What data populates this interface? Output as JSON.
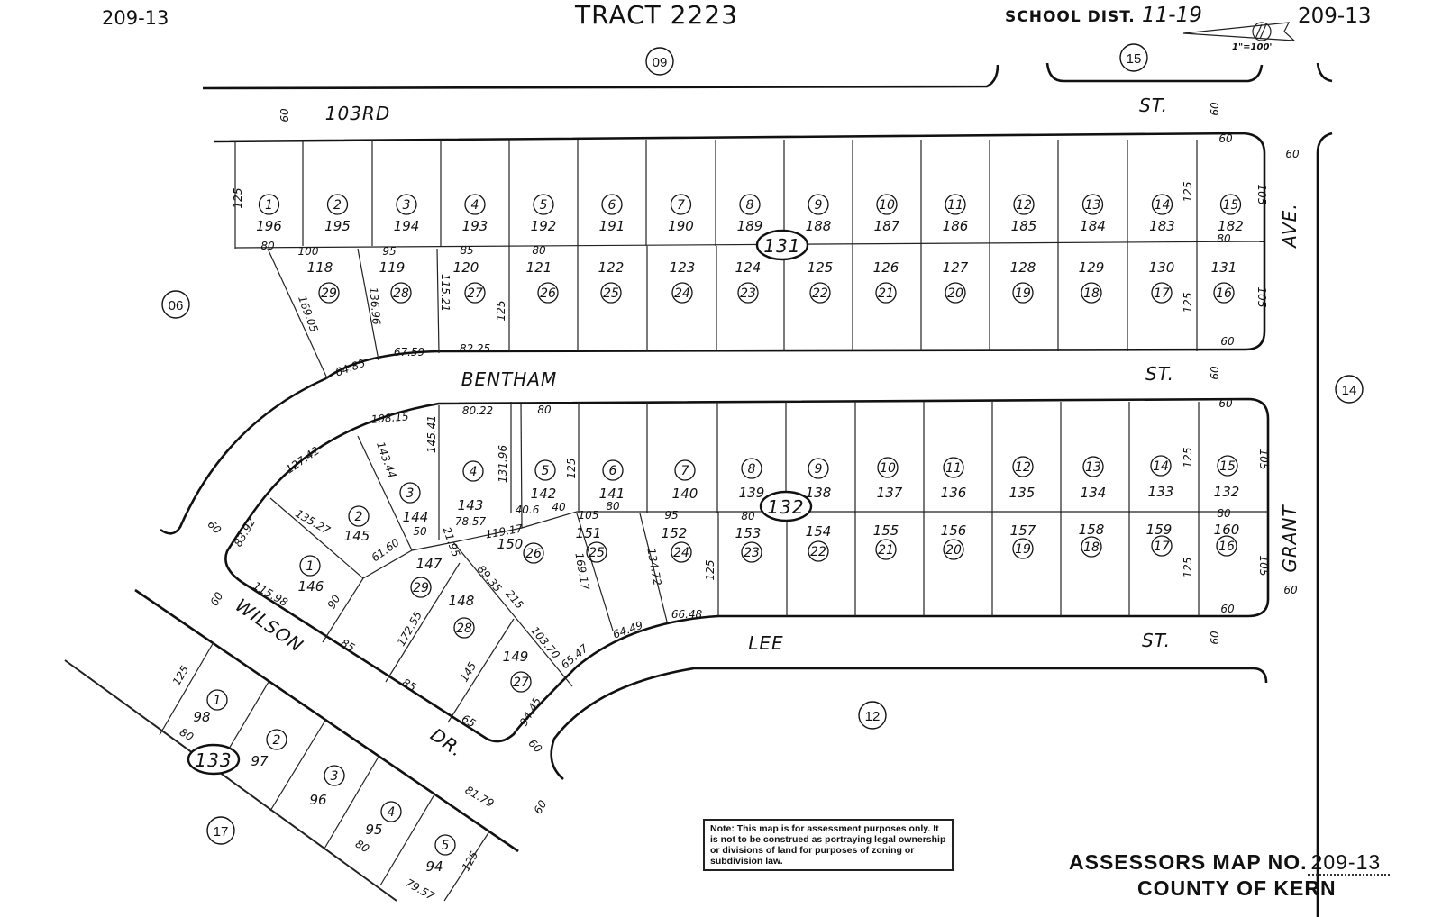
{
  "header": {
    "map_number_left": "209-13",
    "tract": "TRACT 2223",
    "school_district_label": "SCHOOL DIST.",
    "school_district": "11-19",
    "map_number_right": "209-13",
    "north_arrow_scale": "1\"=100'"
  },
  "streets": [
    "103RD",
    "ST.",
    "BENTHAM",
    "ST.",
    "LEE",
    "ST.",
    "AVE.",
    "GRANT",
    "WILSON",
    "DR."
  ],
  "adjacent_books": [
    "09",
    "15",
    "06",
    "14",
    "12",
    "17"
  ],
  "blocks": [
    "131",
    "132",
    "133"
  ],
  "block_131": {
    "top_row": [
      {
        "lot": "1",
        "parcel": "196"
      },
      {
        "lot": "2",
        "parcel": "195"
      },
      {
        "lot": "3",
        "parcel": "194"
      },
      {
        "lot": "4",
        "parcel": "193"
      },
      {
        "lot": "5",
        "parcel": "192"
      },
      {
        "lot": "6",
        "parcel": "191"
      },
      {
        "lot": "7",
        "parcel": "190"
      },
      {
        "lot": "8",
        "parcel": "189"
      },
      {
        "lot": "9",
        "parcel": "188"
      },
      {
        "lot": "10",
        "parcel": "187"
      },
      {
        "lot": "11",
        "parcel": "186"
      },
      {
        "lot": "12",
        "parcel": "185"
      },
      {
        "lot": "13",
        "parcel": "184"
      },
      {
        "lot": "14",
        "parcel": "183"
      },
      {
        "lot": "15",
        "parcel": "182"
      }
    ],
    "bottom_row": [
      {
        "lot": "29",
        "parcel": "118"
      },
      {
        "lot": "28",
        "parcel": "119"
      },
      {
        "lot": "27",
        "parcel": "120"
      },
      {
        "lot": "26",
        "parcel": "121"
      },
      {
        "lot": "25",
        "parcel": "122"
      },
      {
        "lot": "24",
        "parcel": "123"
      },
      {
        "lot": "23",
        "parcel": "124"
      },
      {
        "lot": "22",
        "parcel": "125"
      },
      {
        "lot": "21",
        "parcel": "126"
      },
      {
        "lot": "20",
        "parcel": "127"
      },
      {
        "lot": "19",
        "parcel": "128"
      },
      {
        "lot": "18",
        "parcel": "129"
      },
      {
        "lot": "17",
        "parcel": "130"
      },
      {
        "lot": "16",
        "parcel": "131"
      }
    ]
  },
  "block_132": {
    "lots": [
      {
        "lot": "1",
        "parcel": "146"
      },
      {
        "lot": "2",
        "parcel": "145"
      },
      {
        "lot": "3",
        "parcel": "144"
      },
      {
        "lot": "4",
        "parcel": "143"
      },
      {
        "lot": "5",
        "parcel": "142"
      },
      {
        "lot": "6",
        "parcel": "141"
      },
      {
        "lot": "7",
        "parcel": "140"
      },
      {
        "lot": "8",
        "parcel": "139"
      },
      {
        "lot": "9",
        "parcel": "138"
      },
      {
        "lot": "10",
        "parcel": "137"
      },
      {
        "lot": "11",
        "parcel": "136"
      },
      {
        "lot": "12",
        "parcel": "135"
      },
      {
        "lot": "13",
        "parcel": "134"
      },
      {
        "lot": "14",
        "parcel": "133"
      },
      {
        "lot": "15",
        "parcel": "132"
      },
      {
        "lot": "29",
        "parcel": "147"
      },
      {
        "lot": "28",
        "parcel": "148"
      },
      {
        "lot": "27",
        "parcel": "149"
      },
      {
        "lot": "26",
        "parcel": "150"
      },
      {
        "lot": "25",
        "parcel": "151"
      },
      {
        "lot": "24",
        "parcel": "152"
      },
      {
        "lot": "23",
        "parcel": "153"
      },
      {
        "lot": "22",
        "parcel": "154"
      },
      {
        "lot": "21",
        "parcel": "155"
      },
      {
        "lot": "20",
        "parcel": "156"
      },
      {
        "lot": "19",
        "parcel": "157"
      },
      {
        "lot": "18",
        "parcel": "158"
      },
      {
        "lot": "17",
        "parcel": "159"
      },
      {
        "lot": "16",
        "parcel": "160"
      }
    ]
  },
  "block_133": {
    "lots": [
      {
        "lot": "1",
        "parcel": "98"
      },
      {
        "lot": "2",
        "parcel": "97"
      },
      {
        "lot": "3",
        "parcel": "96"
      },
      {
        "lot": "4",
        "parcel": "95"
      },
      {
        "lot": "5",
        "parcel": "94"
      }
    ]
  },
  "dimensions": [
    "125",
    "80",
    "100",
    "95",
    "85",
    "80",
    "169.05",
    "136.96",
    "115.21",
    "125",
    "67.59",
    "82.25",
    "64.85",
    "125",
    "105",
    "60",
    "80",
    "125",
    "105",
    "60",
    "108.15",
    "80.22",
    "80",
    "127.42",
    "143.44",
    "145.41",
    "131.96",
    "125",
    "135.27",
    "83.92",
    "61.60",
    "50",
    "78.57",
    "40.6",
    "40",
    "119.17",
    "21.95",
    "105",
    "80",
    "95",
    "80",
    "169.17",
    "134.72",
    "125",
    "89.35",
    "215",
    "103.70",
    "115.98",
    "90",
    "172.55",
    "145",
    "85",
    "85",
    "65",
    "94.45",
    "65.47",
    "64.49",
    "66.48",
    "125",
    "105",
    "60",
    "80",
    "125",
    "105",
    "60",
    "60",
    "60",
    "60",
    "60",
    "60",
    "60",
    "60",
    "60",
    "60",
    "60",
    "125",
    "80",
    "81.79",
    "80",
    "79.57",
    "125"
  ],
  "note": "Note: This map is for assessment purposes only. It is not to be construed as portraying legal ownership or divisions of land for purposes of zoning or subdivision law.",
  "footer": {
    "assessors_map_label": "ASSESSORS MAP NO.",
    "assessors_map_number": "209-13",
    "county": "COUNTY OF KERN"
  }
}
